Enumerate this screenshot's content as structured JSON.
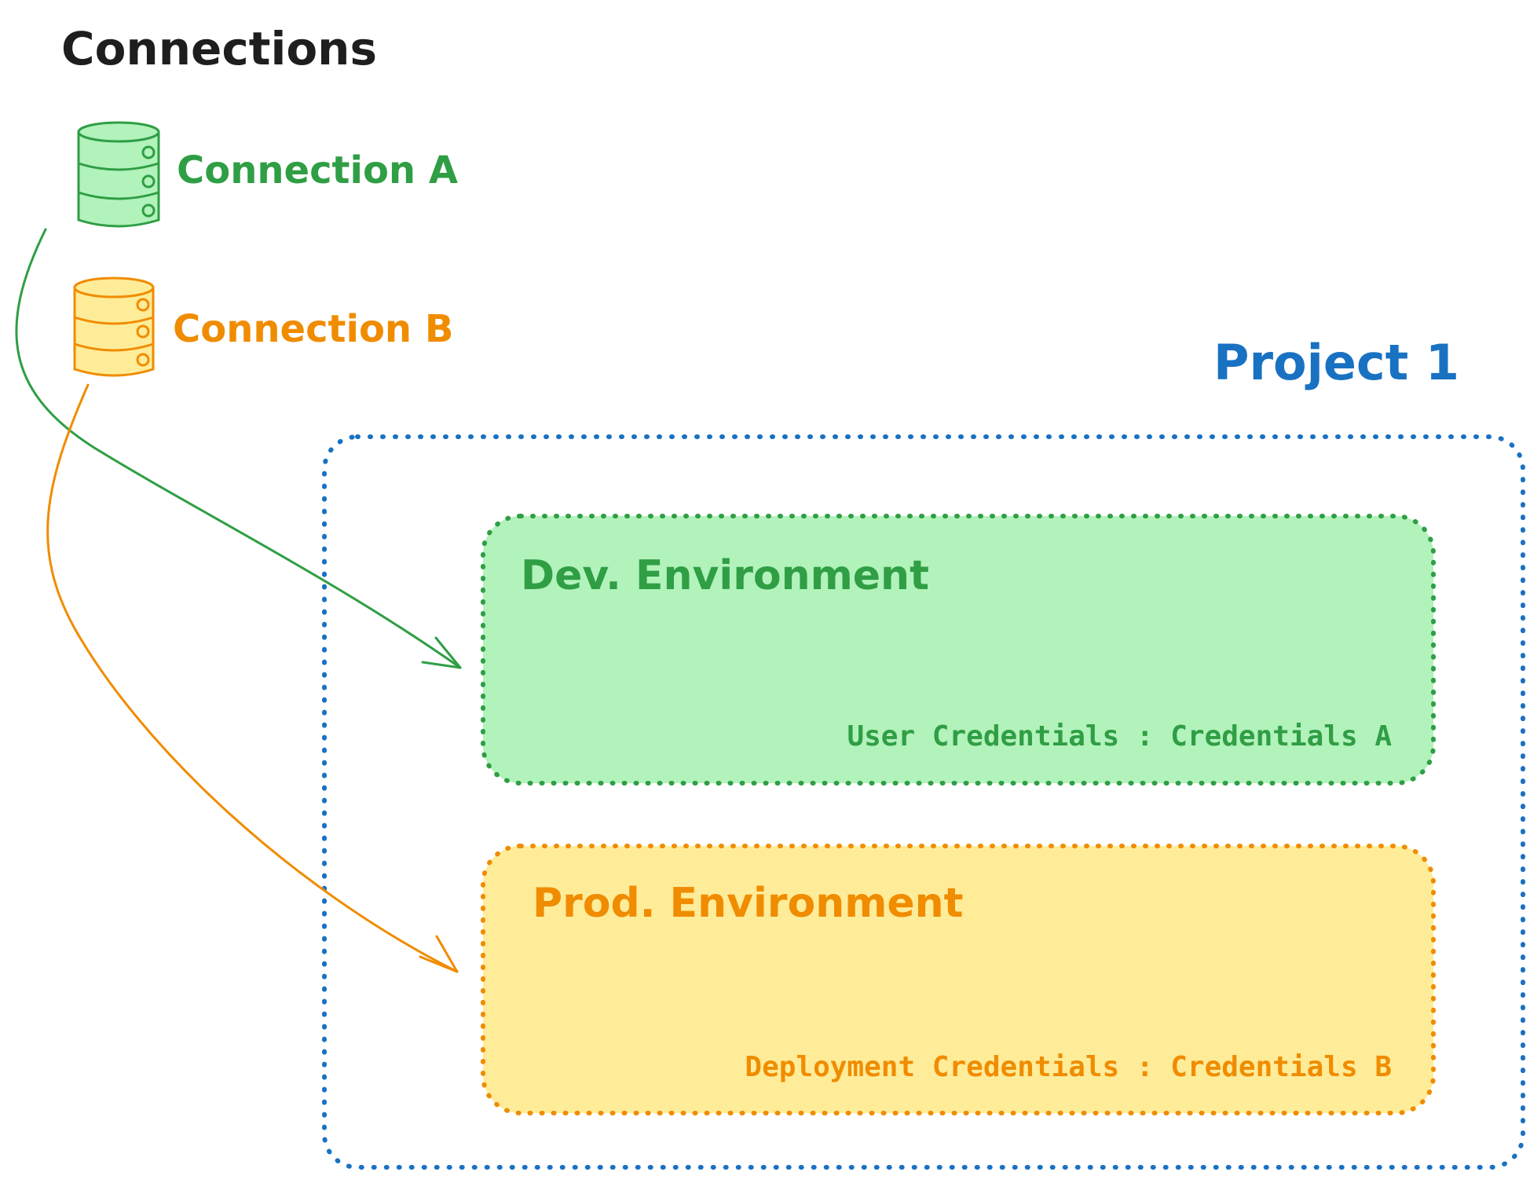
{
  "title": "Connections",
  "connections": [
    {
      "label": "Connection A",
      "color": "#2f9e44",
      "fill": "#b2f2bb"
    },
    {
      "label": "Connection B",
      "color": "#f08c00",
      "fill": "#ffec99"
    }
  ],
  "project": {
    "label": "Project 1",
    "color": "#1971c2"
  },
  "environments": [
    {
      "label": "Dev. Environment",
      "credentials": "User Credentials : Credentials A",
      "color": "#2f9e44",
      "fill": "#b2f2bb"
    },
    {
      "label": "Prod. Environment",
      "credentials": "Deployment Credentials : Credentials B",
      "color": "#f08c00",
      "fill": "#ffec99"
    }
  ]
}
